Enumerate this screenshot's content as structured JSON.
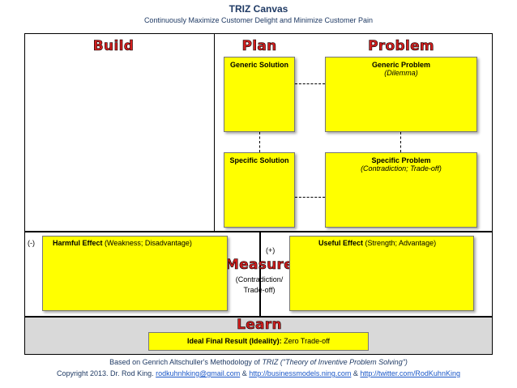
{
  "header": {
    "title": "TRIZ Canvas",
    "subtitle": "Continuously Maximize Customer Delight and Minimize Customer Pain"
  },
  "sections": {
    "build": "Build",
    "plan": "Plan",
    "problem": "Problem",
    "measure": "Measure",
    "learn": "Learn"
  },
  "plan": {
    "generic_solution": "Generic Solution",
    "specific_solution": "Specific Solution"
  },
  "problem": {
    "generic_problem": "Generic Problem",
    "generic_problem_sub": "(Dilemma)",
    "specific_problem": "Specific Problem",
    "specific_problem_sub": "(Contradiction; Trade-off)"
  },
  "measure": {
    "minus": "(-)",
    "plus": "(+)",
    "harmful_bold": "Harmful Effect",
    "harmful_rest": " (Weakness; Disadvantage)",
    "useful_bold": "Useful Effect",
    "useful_rest": " (Strength; Advantage)",
    "contradiction_line1": "(Contradiction/",
    "contradiction_line2": "Trade-off)"
  },
  "learn": {
    "ideal_bold": "Ideal Final Result (Ideality):",
    "ideal_rest": " Zero Trade-off"
  },
  "footer": {
    "line1_pre": "Based on Genrich Altschuller's Methodology of ",
    "line1_italic": "TRIZ (\"Theory of Inventive Problem Solving\")",
    "line2_pre": "Copyright 2013. Dr. Rod King. ",
    "email": "rodkuhnhking@gmail.com",
    "amp1": " & ",
    "link1": "http://businessmodels.ning.com",
    "amp2": " & ",
    "link2": "http://twitter.com/RodKuhnKing"
  },
  "colors": {
    "box_fill": "#ffff00",
    "heading_red": "#d41e1e",
    "title_blue": "#1f3a64",
    "learn_band": "#d9d9d9",
    "link_blue": "#1a57c8"
  }
}
